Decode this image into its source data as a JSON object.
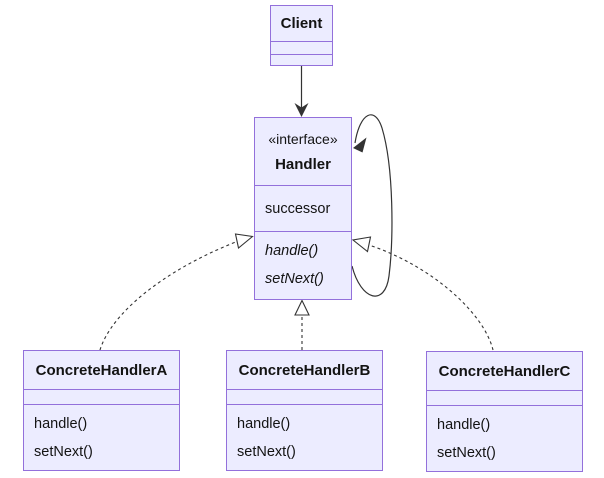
{
  "colors": {
    "box_fill": "#ECECFF",
    "box_border": "#9370DB",
    "edge_line": "#333333",
    "text": "#131313",
    "background": "#ffffff"
  },
  "classes": {
    "client": {
      "title": "Client"
    },
    "handler": {
      "stereotype": "«interface»",
      "title": "Handler",
      "attributes": [
        "successor"
      ],
      "methods": [
        "handle()",
        "setNext()"
      ]
    },
    "concrete_a": {
      "title": "ConcreteHandlerA",
      "methods": [
        "handle()",
        "setNext()"
      ]
    },
    "concrete_b": {
      "title": "ConcreteHandlerB",
      "methods": [
        "handle()",
        "setNext()"
      ]
    },
    "concrete_c": {
      "title": "ConcreteHandlerC",
      "methods": [
        "handle()",
        "setNext()"
      ]
    }
  }
}
